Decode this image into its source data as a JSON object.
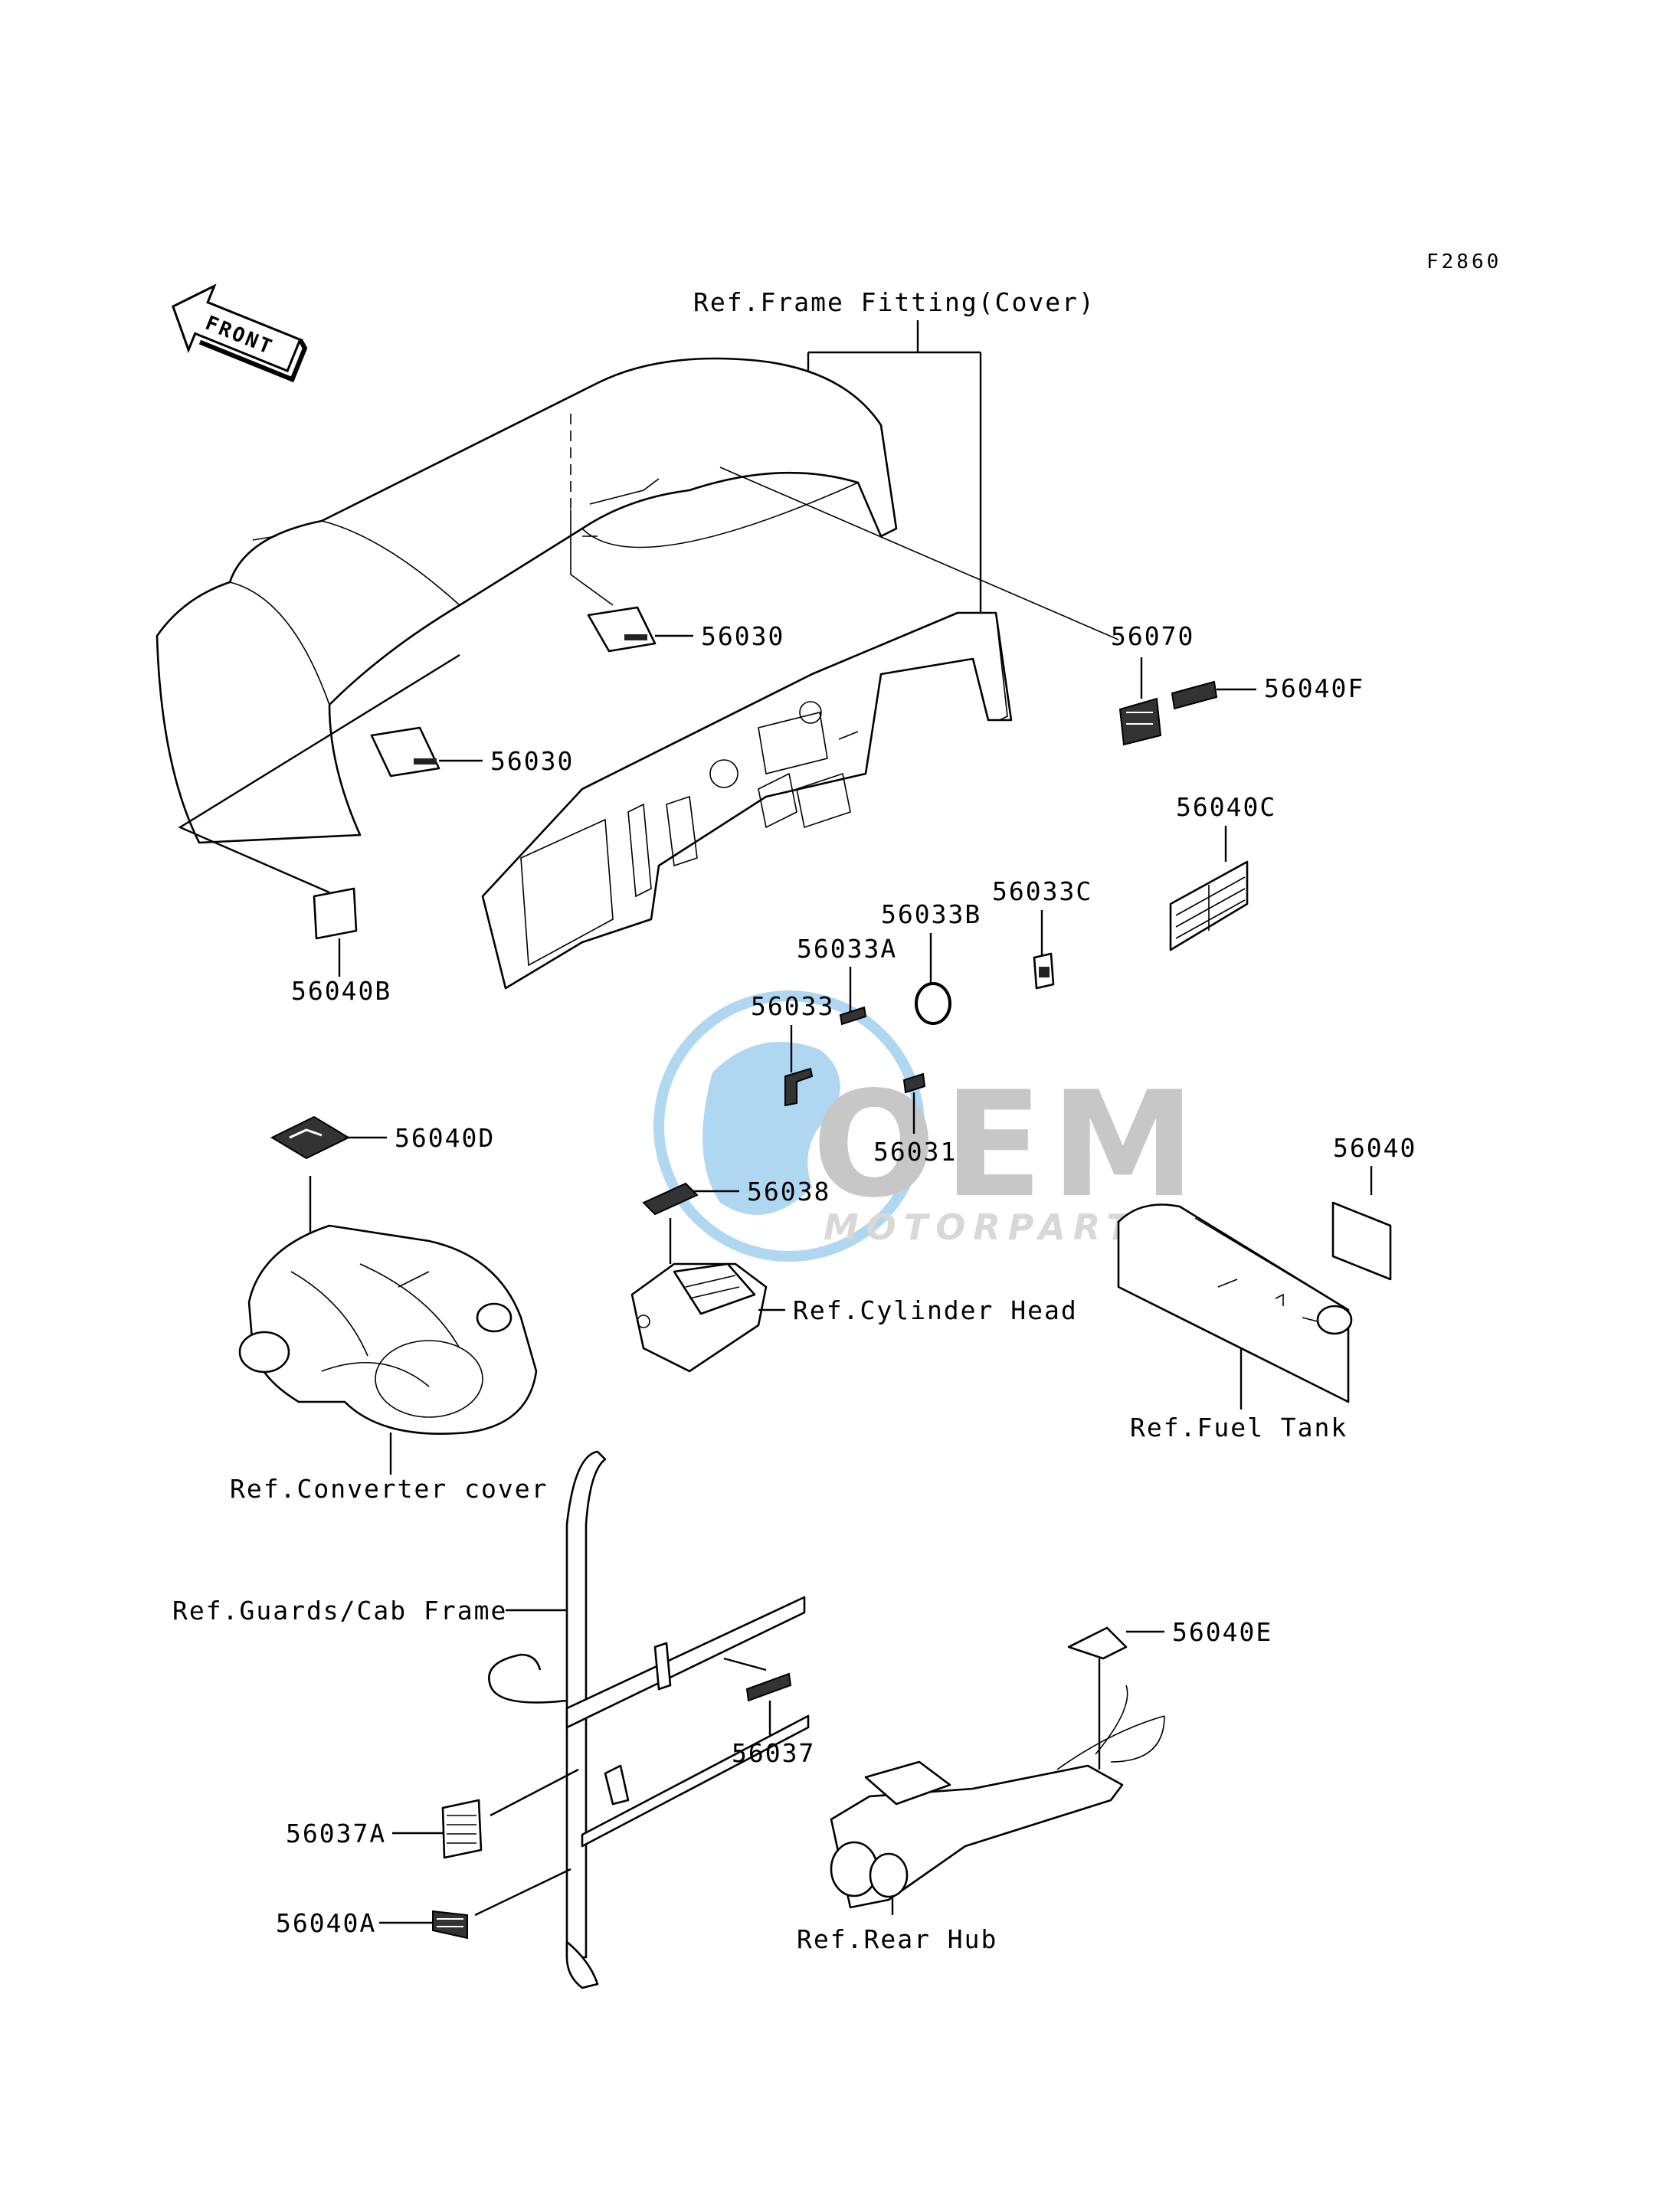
{
  "figure_code": "F2860",
  "front_arrow": "FRONT",
  "labels": {
    "ref_frame_fitting": "Ref.Frame Fitting(Cover)",
    "p56030_a": "56030",
    "p56030_b": "56030",
    "p56070": "56070",
    "p56040F": "56040F",
    "p56040C": "56040C",
    "p56040B": "56040B",
    "p56033C": "56033C",
    "p56033B": "56033B",
    "p56033A": "56033A",
    "p56033": "56033",
    "p56031": "56031",
    "p56040D": "56040D",
    "p56038": "56038",
    "ref_cylinder_head": "Ref.Cylinder Head",
    "p56040": "56040",
    "ref_fuel_tank": "Ref.Fuel Tank",
    "ref_converter_cover": "Ref.Converter cover",
    "ref_guards_cab_frame": "Ref.Guards/Cab Frame",
    "p56040E": "56040E",
    "p56037": "56037",
    "p56037A": "56037A",
    "p56040A": "56040A",
    "ref_rear_hub": "Ref.Rear Hub"
  },
  "watermark": {
    "brand": "OEM",
    "tagline": "MOTORPARTS",
    "colors": {
      "globe": "#6fb8e6",
      "text": "#b9b9b9"
    }
  }
}
